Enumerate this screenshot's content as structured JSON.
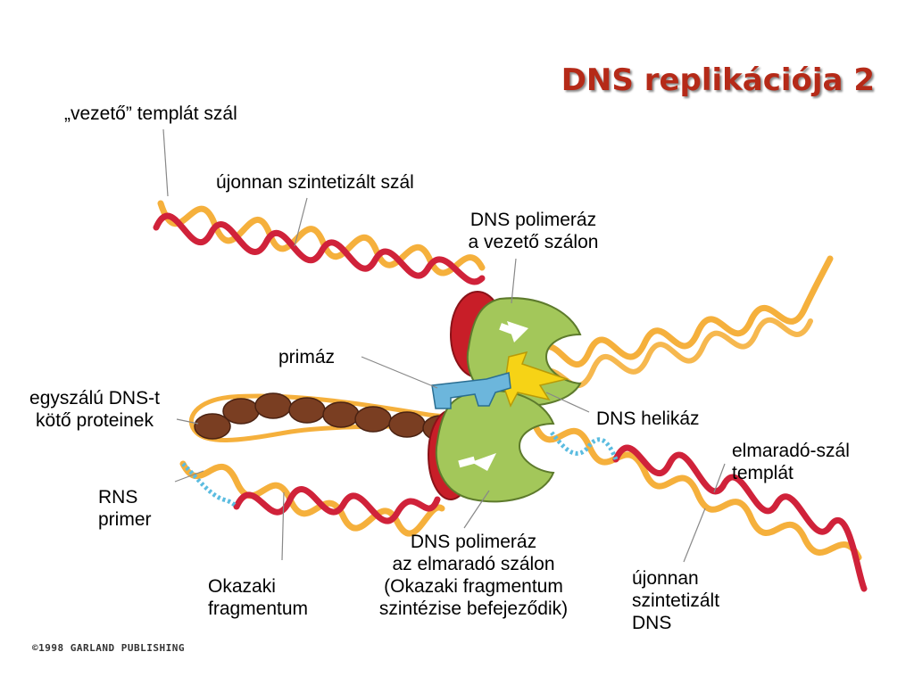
{
  "title": "DNS replikációja 2",
  "labels": {
    "leading_template": "„vezető” templát szál",
    "new_strand": "újonnan szintetizált szál",
    "pol_leading_1": "DNS polimeráz",
    "pol_leading_2": "a vezető szálon",
    "primase": "primáz",
    "ssb_1": "egyszálú DNS-t",
    "ssb_2": "kötő proteinek",
    "helicase": "DNS helikáz",
    "lagging_template_1": "elmaradó-szál",
    "lagging_template_2": "templát",
    "rna_primer_1": "RNS",
    "rna_primer_2": "primer",
    "pol_lagging_1": "DNS polimeráz",
    "pol_lagging_2": "az elmaradó szálon",
    "pol_lagging_3": "(Okazaki fragmentum",
    "pol_lagging_4": "szintézise befejeződik)",
    "okazaki_1": "Okazaki",
    "okazaki_2": "fragmentum",
    "new_dna_1": "újonnan",
    "new_dna_2": "szintetizált",
    "new_dna_3": "DNS"
  },
  "copyright": "©1998 GARLAND PUBLISHING",
  "colors": {
    "title": "#b52a18",
    "strand_orange": "#f5b03c",
    "strand_red": "#d0223a",
    "primer_blue": "#5bbce0",
    "polymerase_green": "#a3c75a",
    "polymerase_red": "#c81e28",
    "primase_blue": "#6cb6dc",
    "helicase_yellow": "#f6d316",
    "ssb_brown": "#7a3e22"
  }
}
